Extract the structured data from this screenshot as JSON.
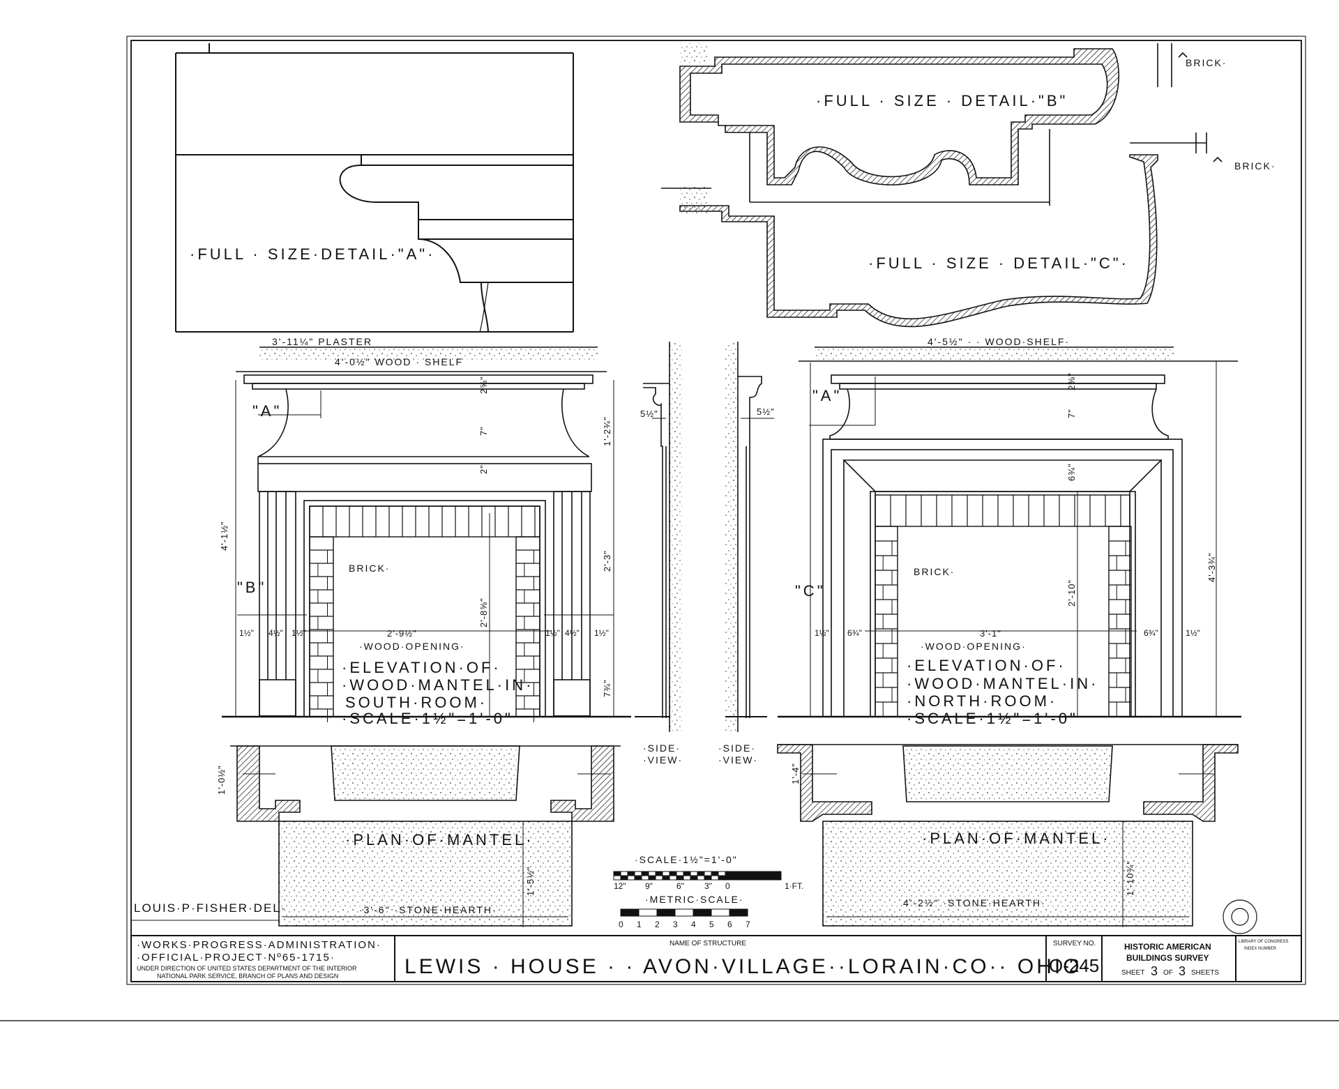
{
  "details": {
    "a": "·FULL · SIZE·DETAIL·\"A\"·",
    "b": "·FULL · SIZE · DETAIL·\"B\"",
    "c": "·FULL · SIZE · DETAIL·\"C\"·",
    "brick_1": "BRICK·",
    "brick_2": "BRICK·"
  },
  "south": {
    "plaster_dim": "3'-11¼\" PLASTER",
    "shelf_dim": "4'-0½\" WOOD · SHELF",
    "detail_tag": "\"A\"",
    "section_tag": "\"B\"",
    "brick_label": "BRICK·",
    "opening_label": "·WOOD·OPENING·",
    "opening_width": "2'-9½\"",
    "elev_line1": "·ELEVATION·OF·",
    "elev_line2": "·WOOD·MANTEL·IN·",
    "elev_line3": "SOUTH·ROOM·",
    "elev_scale": "·SCALE·1½\"=1'-0\"",
    "height_total": "4'-1½\"",
    "height_upper": "1'-2¾\"",
    "height_lower": "2'-3\"",
    "height_base": "7¾\"",
    "height_opening": "2'-8⅝\"",
    "dim_2a": "2⅝\"",
    "dim_2b": "2\"",
    "dim_2c": "7\"",
    "dim_small_1": "1½\"",
    "dim_small_2": "4½\"",
    "dim_small_3": "1½\"",
    "dim_small_4": "1½\"",
    "dim_small_5": "4½\"",
    "dim_small_6": "1½\"",
    "side_dim": "5½\"",
    "side_view": "·SIDE·\n·VIEW·",
    "plan_label": "·PLAN·OF·MANTEL·",
    "plan_depth": "1'-0½\"",
    "hearth_depth": "1'-5½\"",
    "hearth_dim": "·3'-6\"  ·STONE·HEARTH·"
  },
  "north": {
    "shelf_dim": "4'-5½\" · · WOOD·SHELF·",
    "detail_tag": "\"A\"",
    "section_tag": "\"C\"",
    "brick_label": "BRICK·",
    "opening_label": "·WOOD·OPENING·",
    "opening_width": "3'-1\"",
    "elev_line1": "·ELEVATION·OF·",
    "elev_line2": "·WOOD·MANTEL·IN·",
    "elev_line3": "·NORTH·ROOM·",
    "elev_scale": "·SCALE·1½\"=1'-0\"",
    "height_total": "4'-3¾\"",
    "height_opening": "2'-10\"",
    "dim_7": "7\"",
    "dim_63": "6¾\"",
    "dim_2": "2⅜\"",
    "dim_small_1": "1½\"",
    "dim_small_2": "6¾\"",
    "dim_small_3": "6¾\"",
    "dim_small_4": "1½\"",
    "side_dim": "5½\"",
    "side_view": "·SIDE·\n·VIEW·",
    "plan_label": "·PLAN·OF·MANTEL·",
    "plan_depth": "1'-4\"",
    "hearth_depth": "1'-10¾\"",
    "hearth_dim": "4'-2½\"  ·STONE·HEARTH·"
  },
  "scales": {
    "imperial_label": "·SCALE·1½\"=1'-0\"",
    "imperial_ticks": [
      "12\"",
      "9\"",
      "6\"",
      "3\"",
      "0",
      "1·FT."
    ],
    "metric_label": "·METRIC·SCALE·",
    "metric_ticks": [
      "0",
      "1",
      "2",
      "3",
      "4",
      "5",
      "6",
      "7"
    ]
  },
  "credit": "LOUIS·P·FISHER·DEL·",
  "title_block": {
    "wpa_line1": "·WORKS·PROGRESS·ADMINISTRATION·",
    "wpa_line2": "·OFFICIAL·PROJECT·Nº65-1715·",
    "wpa_line3": "UNDER DIRECTION OF UNITED STATES DEPARTMENT OF THE INTERIOR",
    "wpa_line4": "NATIONAL PARK SERVICE, BRANCH OF PLANS AND DESIGN",
    "name_caption": "NAME OF STRUCTURE",
    "structure_name": "LEWIS · HOUSE · · AVON·VILLAGE··LORAIN·CO·· OHIO·",
    "survey_caption": "SURVEY NO.",
    "survey_no": "O-245",
    "habs_line1": "HISTORIC AMERICAN",
    "habs_line2": "BUILDINGS SURVEY",
    "sheet_prefix": "SHEET",
    "sheet_num": "3",
    "sheet_of": "OF",
    "sheet_total": "3",
    "sheet_suffix": "SHEETS",
    "loc_line1": "LIBRARY OF CONGRESS",
    "loc_line2": "INDEX NUMBER"
  }
}
